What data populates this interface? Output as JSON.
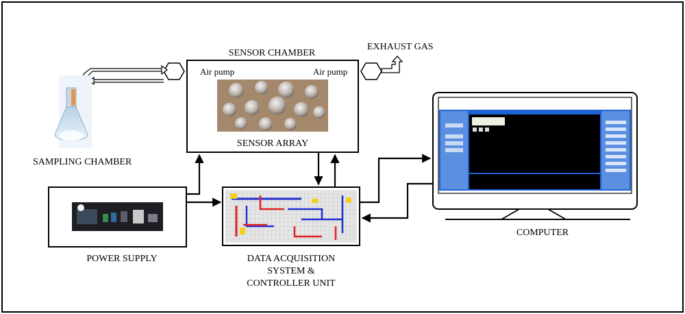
{
  "labels": {
    "sensor_chamber": "SENSOR CHAMBER",
    "exhaust_gas": "EXHAUST GAS",
    "air_pump_left": "Air pump",
    "air_pump_right": "Air pump",
    "sensor_array": "SENSOR ARRAY",
    "sampling_chamber": "SAMPLING CHAMBER",
    "power_supply": "POWER SUPPLY",
    "daq_line1": "DATA ACQUISITION",
    "daq_line2": "SYSTEM &",
    "daq_line3": "CONTROLLER UNIT",
    "computer": "COMPUTER"
  },
  "colors": {
    "screen_bg": "#000000",
    "window_frame": "#1e63d6",
    "window_panel": "#5b8fe0",
    "board_bg": "#e6e6e6",
    "trace_red": "#e02020",
    "trace_blue": "#2030d0",
    "trace_yellow": "#f2d020"
  }
}
